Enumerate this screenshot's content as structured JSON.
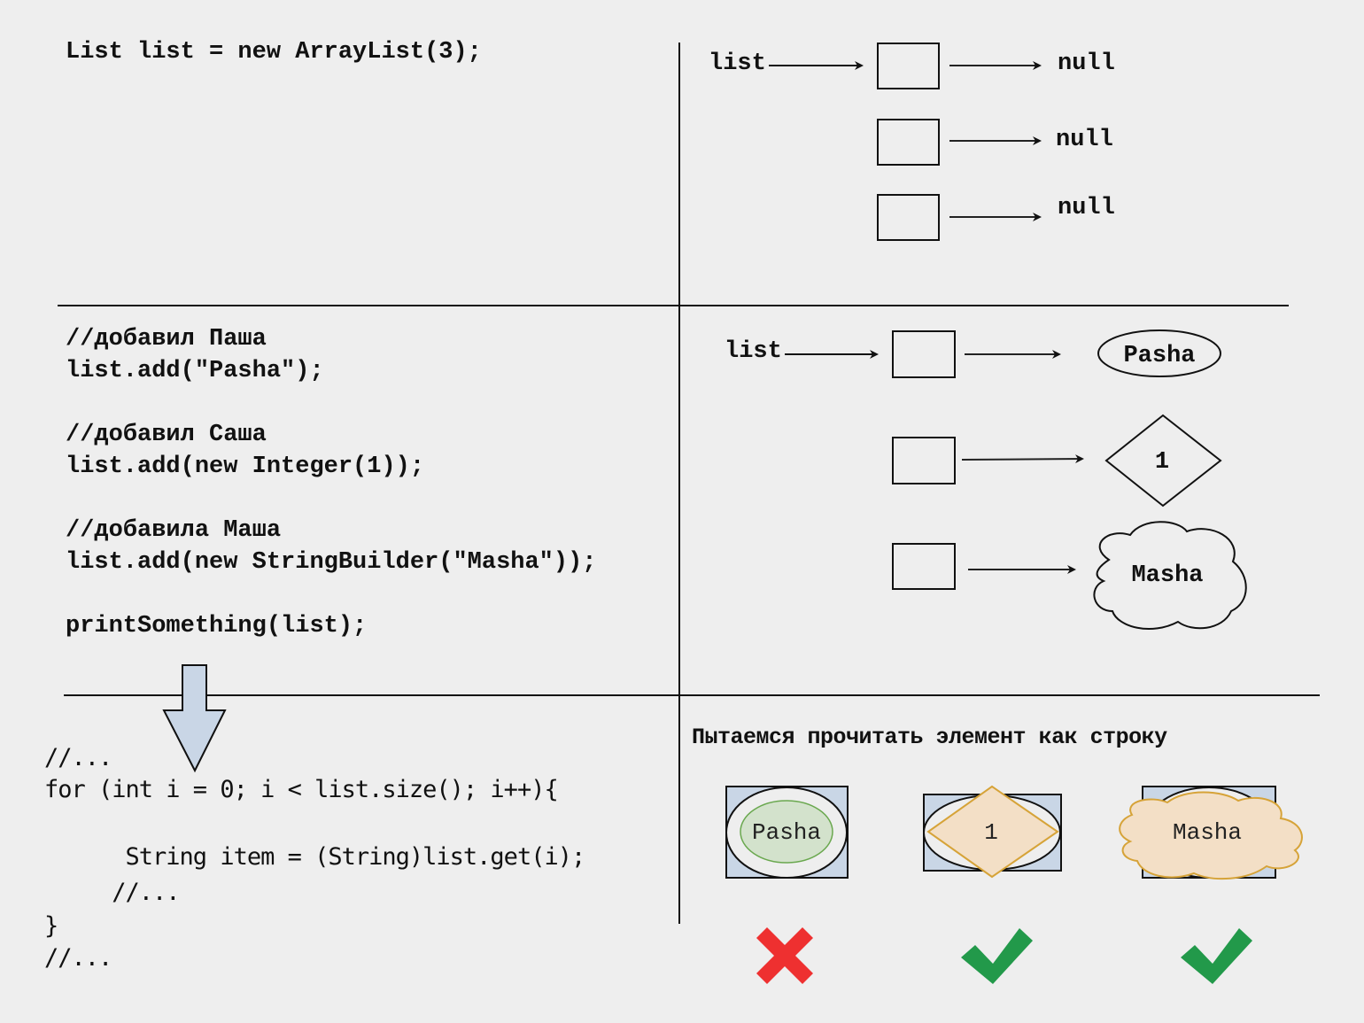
{
  "section1": {
    "code": "List list = new ArrayList(3);",
    "list_label": "list",
    "slots": [
      "null",
      "null",
      "null"
    ]
  },
  "section2": {
    "code_lines": [
      "//добавил Паша",
      "list.add(\"Pasha\");",
      "",
      "//добавил Саша",
      "list.add(new Integer(1));",
      "",
      "//добавила Маша",
      "list.add(new StringBuilder(\"Masha\"));",
      "",
      "printSomething(list);"
    ],
    "list_label": "list",
    "objects": [
      {
        "shape": "ellipse",
        "label": "Pasha"
      },
      {
        "shape": "diamond",
        "label": "1"
      },
      {
        "shape": "cloud",
        "label": "Masha"
      }
    ]
  },
  "section3": {
    "code_lines": [
      "//...",
      "for (int i = 0; i < list.size(); i++){",
      "",
      "      String item = (String)list.get(i);",
      "     //...",
      "}",
      "//..."
    ],
    "caption": "Пытаемся прочитать элемент как строку",
    "casts": [
      {
        "shape": "ellipse",
        "label": "Pasha",
        "result": "cross-icon",
        "fill": "#d3e2cc",
        "stroke": "#6aa84f"
      },
      {
        "shape": "diamond",
        "label": "1",
        "result": "check-icon",
        "fill": "#f3dfc6",
        "stroke": "#d6a338"
      },
      {
        "shape": "cloud",
        "label": "Masha",
        "result": "check-icon",
        "fill": "#f3dfc6",
        "stroke": "#d6a338"
      }
    ]
  },
  "colors": {
    "background": "#eeeeee",
    "line": "#111111",
    "slot_fill": "#c9d6e6",
    "arrow_fill": "#c9d6e6",
    "cross": "#ee3030",
    "check": "#22994a"
  }
}
